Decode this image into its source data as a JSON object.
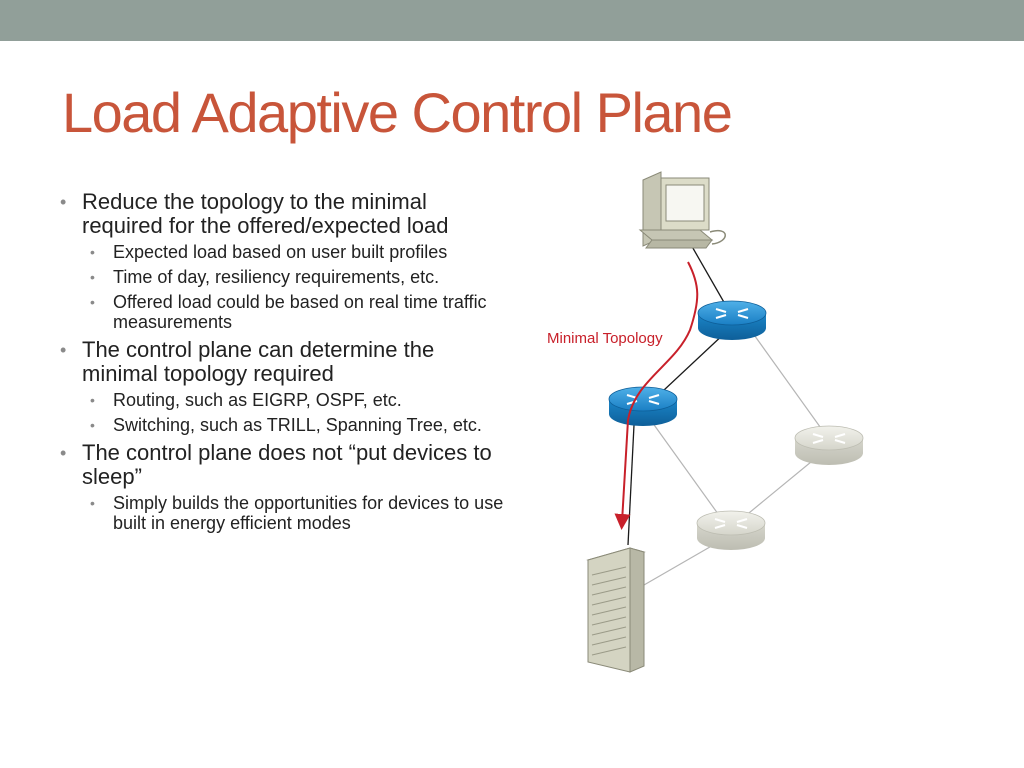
{
  "slide": {
    "title": "Load Adaptive Control Plane",
    "bullets": [
      {
        "text": "Reduce the topology to the minimal required for the offered/expected load",
        "sub": [
          "Expected load based on user built profiles",
          "Time of day, resiliency requirements, etc.",
          "Offered load could be based on real time traffic measurements"
        ]
      },
      {
        "text": "The control plane can determine the minimal topology required",
        "sub": [
          "Routing, such as EIGRP, OSPF, etc.",
          "Switching, such as TRILL, Spanning Tree, etc."
        ]
      },
      {
        "text": "The control plane does not “put devices to sleep”",
        "sub": [
          "Simply builds the opportunities for devices to use built in energy efficient modes"
        ]
      }
    ]
  },
  "diagram": {
    "path_label": "Minimal Topology",
    "colors": {
      "accent": "#c8553a",
      "path": "#c8202a",
      "router_active": "#1f8ccf",
      "router_idle": "#dcdcd2",
      "top_bar": "#919f99"
    }
  }
}
